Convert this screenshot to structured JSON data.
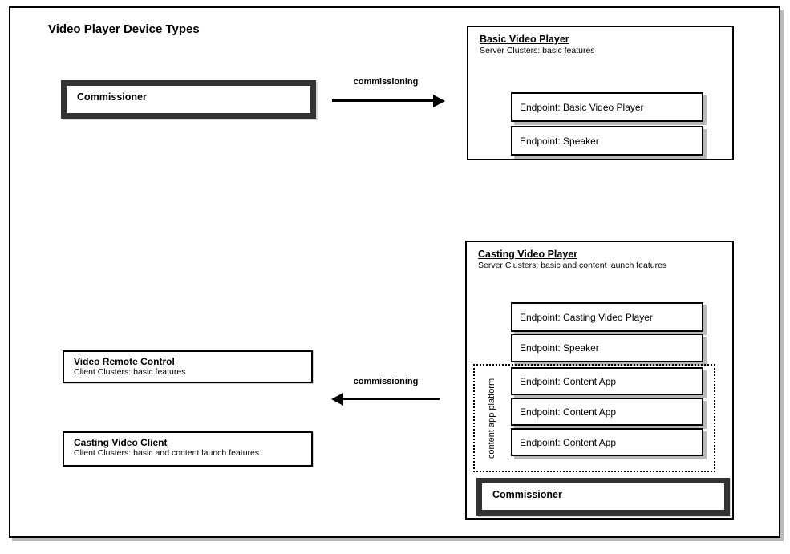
{
  "page": {
    "title": "Video Player Device Types"
  },
  "colors": {
    "border": "#000000",
    "thick_border": "#333333",
    "shadow": "#b9b9b9",
    "background": "#ffffff"
  },
  "commissioner_top": {
    "label": "Commissioner"
  },
  "arrow_top": {
    "label": "commissioning",
    "direction": "right"
  },
  "arrow_bottom": {
    "label": "commissioning",
    "direction": "left"
  },
  "basic_video_player": {
    "title": "Basic Video Player",
    "subtitle": "Server Clusters: basic features",
    "endpoints": [
      "Endpoint: Basic Video Player",
      "Endpoint: Speaker"
    ]
  },
  "casting_video_player": {
    "title": "Casting Video Player",
    "subtitle": "Server Clusters: basic and content launch features",
    "endpoints_top": [
      "Endpoint: Casting Video Player",
      "Endpoint: Speaker"
    ],
    "platform": {
      "label": "content app platform",
      "endpoints": [
        "Endpoint: Content App",
        "Endpoint: Content App",
        "Endpoint: Content App"
      ]
    },
    "commissioner_label": "Commissioner"
  },
  "video_remote_control": {
    "title": "Video Remote Control",
    "subtitle": "Client Clusters: basic features"
  },
  "casting_video_client": {
    "title": "Casting Video Client",
    "subtitle": "Client Clusters: basic and content launch features"
  }
}
